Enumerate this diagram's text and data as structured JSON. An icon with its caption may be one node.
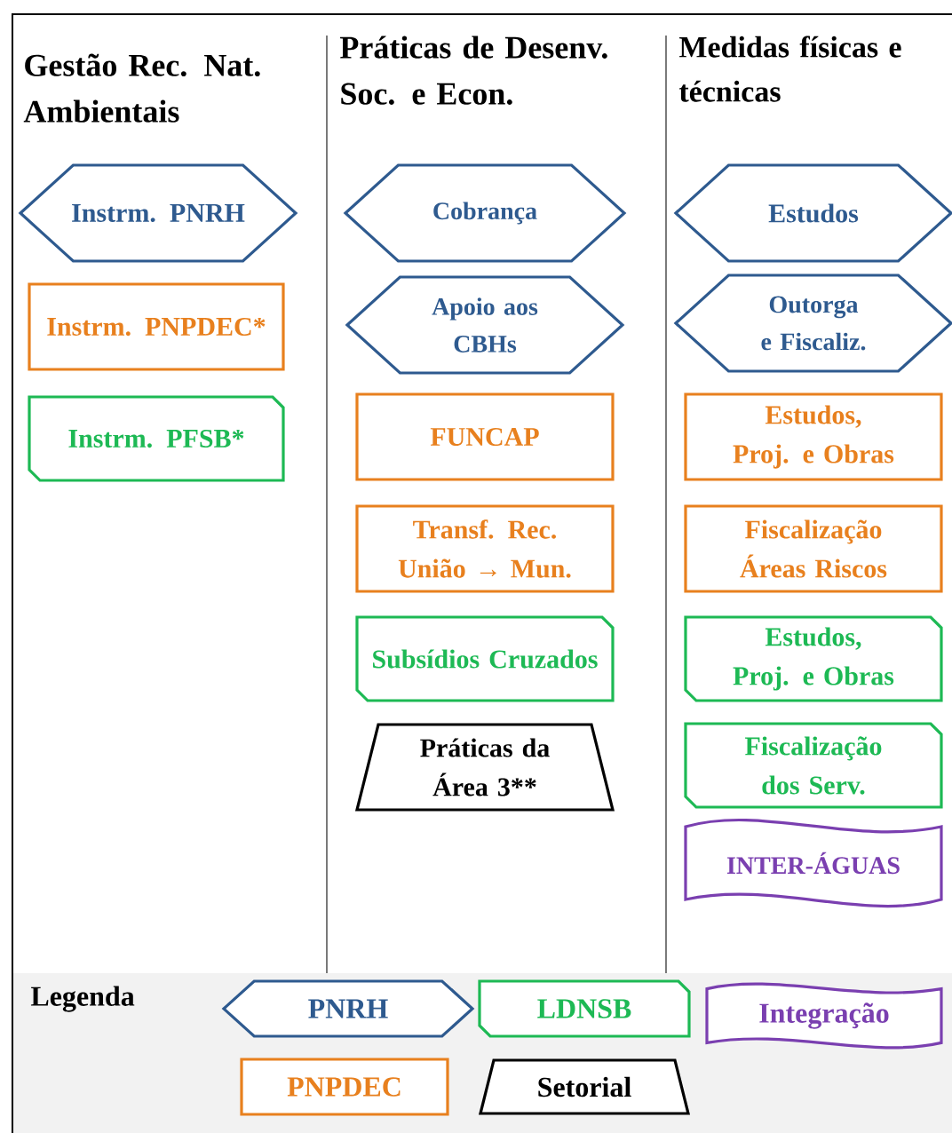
{
  "diagram": {
    "nodes": [
      {
        "text": [
          "Instrm. PNRH"
        ]
      },
      {
        "text": [
          "Instrm. PNPDEC*"
        ]
      },
      {
        "text": [
          "Instrm. PFSB*"
        ]
      },
      {
        "text": [
          "Cobrança"
        ]
      },
      {
        "text": [
          "Apoio aos CBHs"
        ]
      },
      {
        "text": [
          "FUNCAP"
        ]
      },
      {
        "text": [
          "Transf. Rec. União → Mun."
        ]
      },
      {
        "text": [
          "Subsídios Cruzados"
        ]
      },
      {
        "text": [
          "Práticas da Área 3**"
        ]
      },
      {
        "text": [
          "Estudos"
        ]
      },
      {
        "text": [
          "Outorga e Fiscaliz."
        ]
      },
      {
        "text": [
          "Estudos, Proj. e Obras"
        ]
      },
      {
        "text": [
          "Fiscalização Áreas Riscos"
        ]
      },
      {
        "text": [
          "Estudos, Proj. e Obras"
        ]
      },
      {
        "text": [
          "Fiscalização dos Serv."
        ]
      },
      {
        "text": [
          "INTER-ÁGUAS"
        ]
      }
    ],
    "labels": [
      "Gestão Rec. Nat. Ambientais",
      "Práticas de Desenv. Soc. e Econ.",
      "Medidas físicas e técnicas",
      "Legenda"
    ],
    "legend": [
      {
        "text": "PNRH"
      },
      {
        "text": "LDNSB"
      },
      {
        "text": "Integração"
      },
      {
        "text": "PNPDEC"
      },
      {
        "text": "Setorial"
      }
    ]
  }
}
